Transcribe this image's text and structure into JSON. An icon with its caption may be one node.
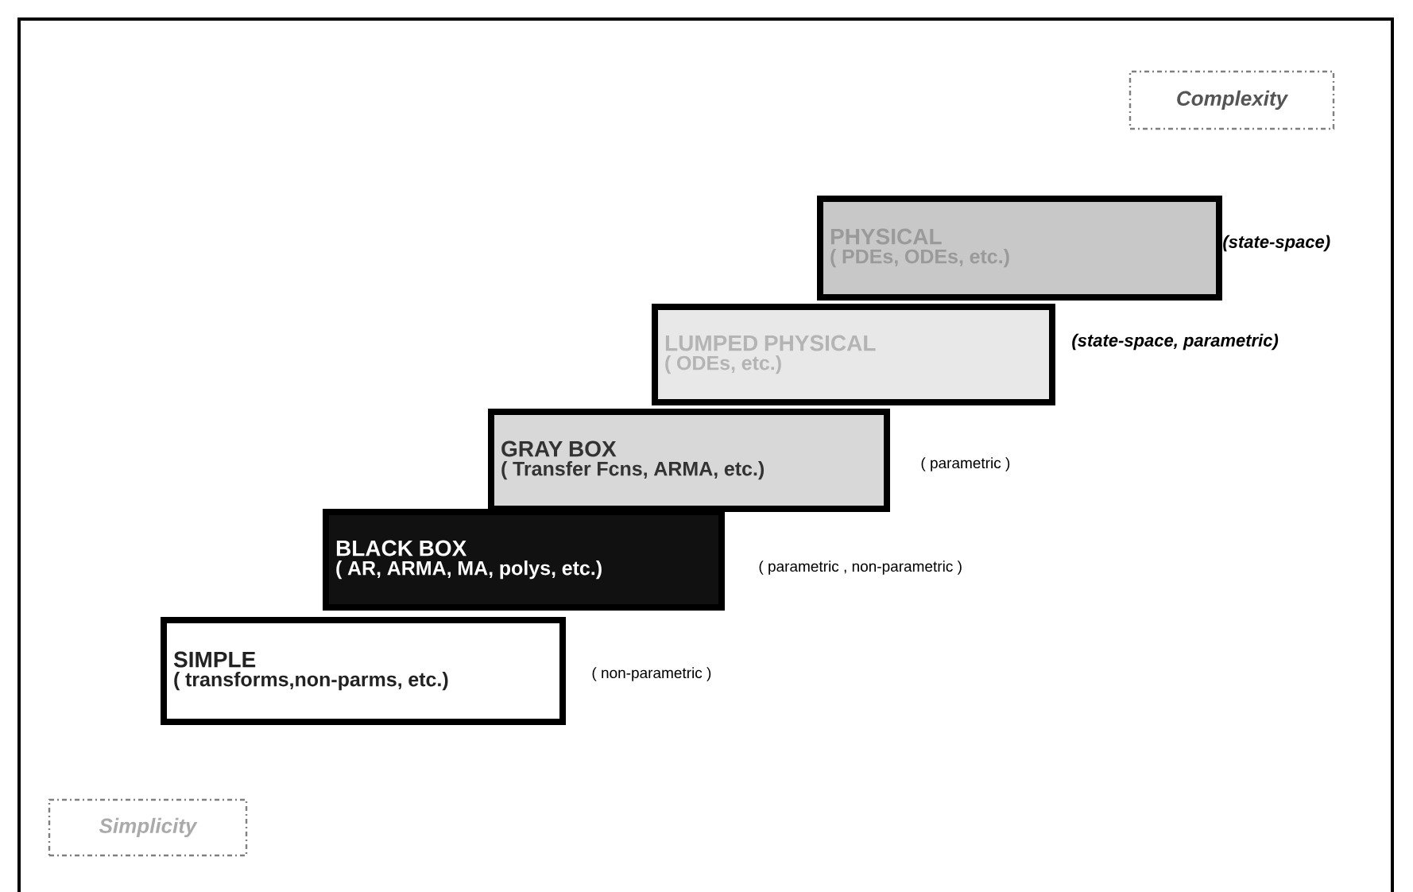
{
  "diagram": {
    "nodes": [
      {
        "text": [
          "Complexity"
        ]
      },
      {
        "text": [
          "PHYSICAL",
          "( PDEs, ODEs, etc.)"
        ],
        "beside": [
          "(state-space)"
        ]
      },
      {
        "text": [
          "LUMPED PHYSICAL",
          "( ODEs, etc.)"
        ],
        "beside": [
          "(state-space, parametric)"
        ]
      },
      {
        "text": [
          "GRAY BOX",
          "( Transfer Fcns, ARMA, etc.)"
        ],
        "beside": [
          "( parametric )"
        ]
      },
      {
        "text": [
          "BLACK BOX",
          "( AR, ARMA, MA, polys, etc.)"
        ],
        "beside": [
          "( parametric , non-parametric )"
        ]
      },
      {
        "text": [
          "SIMPLE",
          "( transforms,non-parms, etc.)"
        ],
        "beside": [
          "( non-parametric )"
        ]
      },
      {
        "text": [
          "Simplicity"
        ]
      }
    ]
  }
}
